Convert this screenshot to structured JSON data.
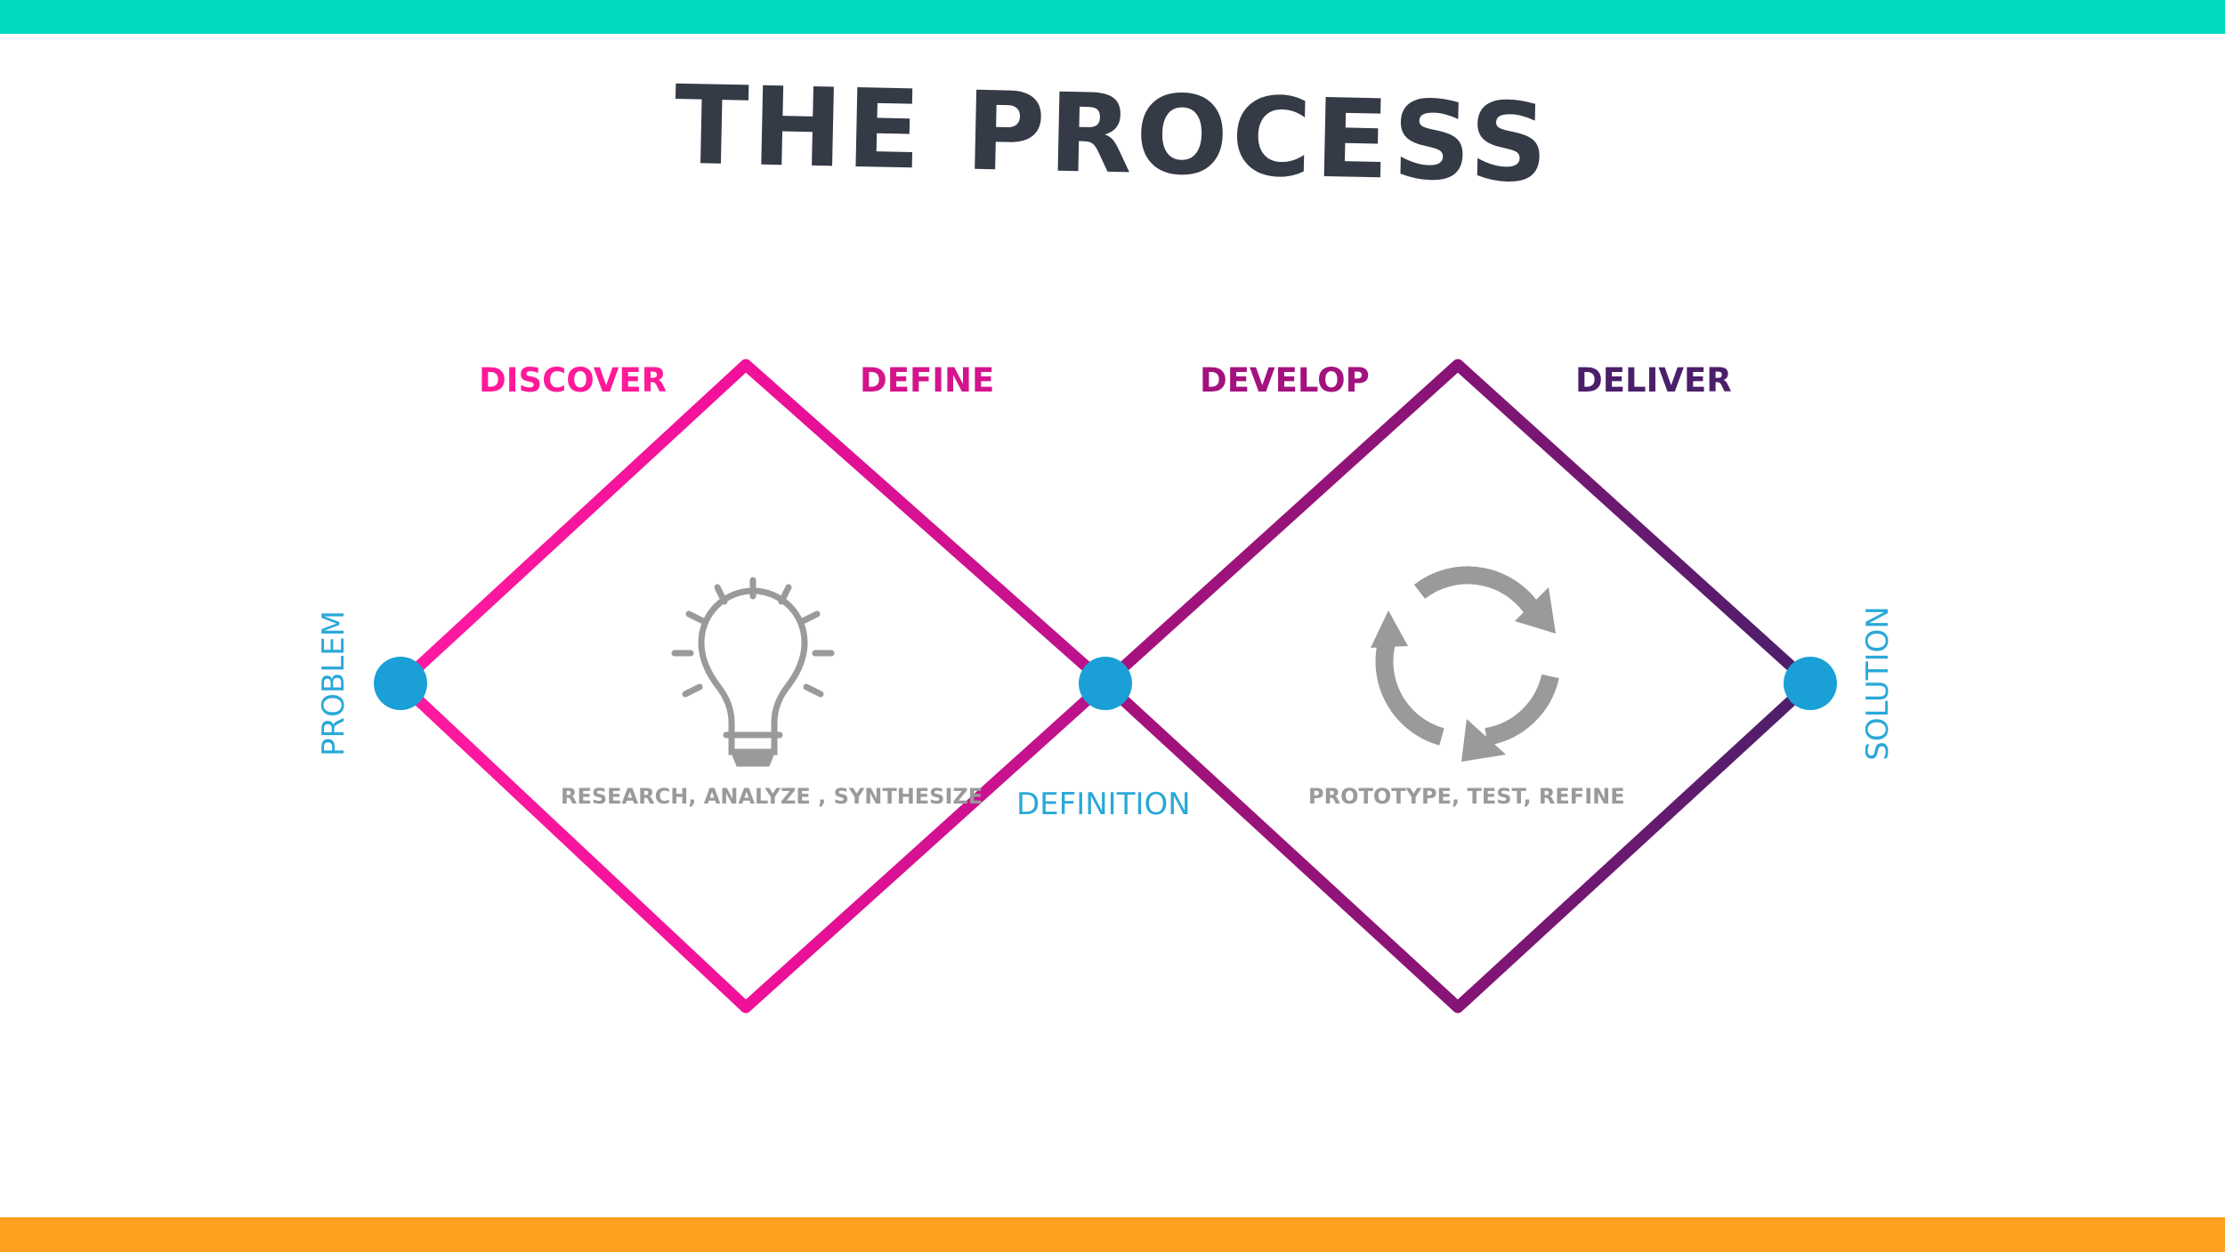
{
  "title": "THE PROCESS",
  "stages": [
    {
      "label": "DISCOVER",
      "color": "#ff1a9a"
    },
    {
      "label": "DEFINE",
      "color": "#d4148c"
    },
    {
      "label": "DEVELOP",
      "color": "#a3127e"
    },
    {
      "label": "DELIVER",
      "color": "#4b1f6a"
    }
  ],
  "nodes": {
    "start": "PROBLEM",
    "middle": "DEFINITION",
    "end": "SOLUTION"
  },
  "activities": {
    "first_diamond": "RESEARCH, ANALYZE , SYNTHESIZE",
    "second_diamond": "PROTOTYPE, TEST, REFINE"
  },
  "icons": {
    "first_diamond": "lightbulb-icon",
    "second_diamond": "refresh-cycle-icon"
  },
  "colors": {
    "top_bar": "#00d8c0",
    "bottom_bar": "#ffa020",
    "title": "#343a46",
    "node": "#1aa0d6",
    "node_label": "#2aa8d8",
    "icon": "#9a9a9a"
  }
}
